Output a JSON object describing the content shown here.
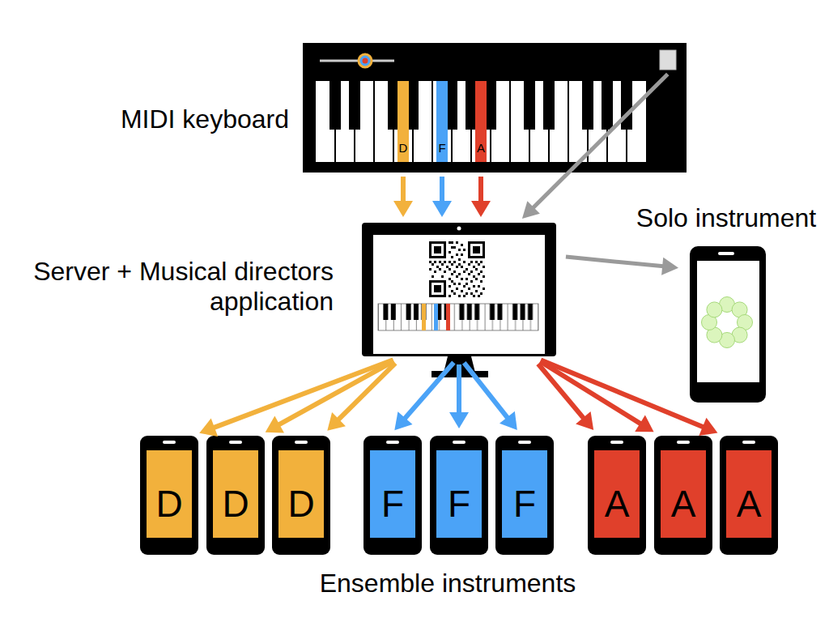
{
  "diagram": {
    "nodes": [
      {
        "text": [
          "MIDI keyboard"
        ]
      },
      {
        "text": [
          "D"
        ],
        "in": 0
      },
      {
        "text": [
          "F"
        ],
        "in": 0
      },
      {
        "text": [
          "A"
        ],
        "in": 0
      },
      {
        "text": [
          "Server + Musical directors application"
        ]
      },
      {
        "text": [
          "Solo instrument"
        ]
      },
      {
        "text": [
          "D"
        ]
      },
      {
        "text": [
          "D"
        ]
      },
      {
        "text": [
          "D"
        ]
      },
      {
        "text": [
          "F"
        ]
      },
      {
        "text": [
          "F"
        ]
      },
      {
        "text": [
          "F"
        ]
      },
      {
        "text": [
          "A"
        ]
      },
      {
        "text": [
          "A"
        ]
      },
      {
        "text": [
          "A"
        ]
      }
    ],
    "edges": [
      {
        "from": 1,
        "to": 4,
        "arrow": "to"
      },
      {
        "from": 2,
        "to": 4,
        "arrow": "to"
      },
      {
        "from": 3,
        "to": 4,
        "arrow": "to"
      },
      {
        "from": 0,
        "to": 4,
        "arrow": "to"
      },
      {
        "from": 4,
        "to": 5,
        "arrow": "to"
      },
      {
        "from": 4,
        "to": 6,
        "arrow": "to"
      },
      {
        "from": 4,
        "to": 7,
        "arrow": "to"
      },
      {
        "from": 4,
        "to": 8,
        "arrow": "to"
      },
      {
        "from": 4,
        "to": 9,
        "arrow": "to"
      },
      {
        "from": 4,
        "to": 10,
        "arrow": "to"
      },
      {
        "from": 4,
        "to": 11,
        "arrow": "to"
      },
      {
        "from": 4,
        "to": 12,
        "arrow": "to"
      },
      {
        "from": 4,
        "to": 13,
        "arrow": "to"
      },
      {
        "from": 4,
        "to": 14,
        "arrow": "to"
      }
    ],
    "labels": [
      "Ensemble instruments"
    ]
  }
}
